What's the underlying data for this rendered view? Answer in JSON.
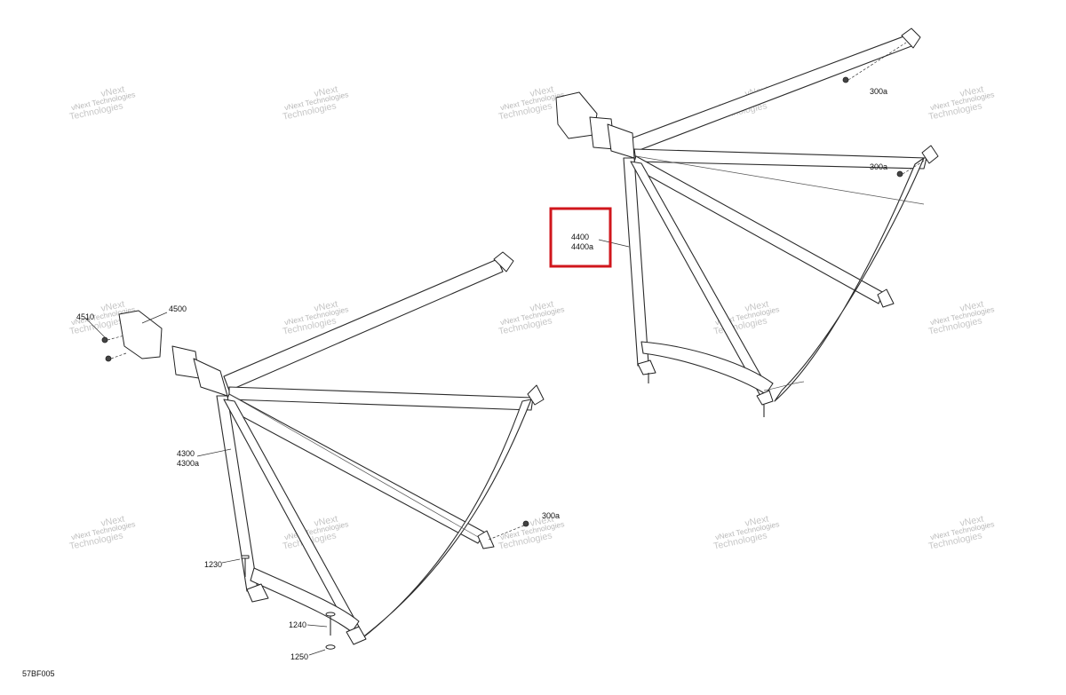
{
  "diagram_code": "57BF005",
  "watermark": {
    "line1": "vNext",
    "line2": "vNext Technologies",
    "line3": "Technologies"
  },
  "callouts": {
    "c4400": "4400",
    "c4400a": "4400a",
    "c300a_top": "300a",
    "c300a_mid": "300a",
    "c300a_low": "300a",
    "c4510": "4510",
    "c4500": "4500",
    "c4300": "4300",
    "c4300a": "4300a",
    "c1230": "1230",
    "c1240": "1240",
    "c1250": "1250"
  },
  "highlight": {
    "color": "#d0161c",
    "target": "4400"
  }
}
